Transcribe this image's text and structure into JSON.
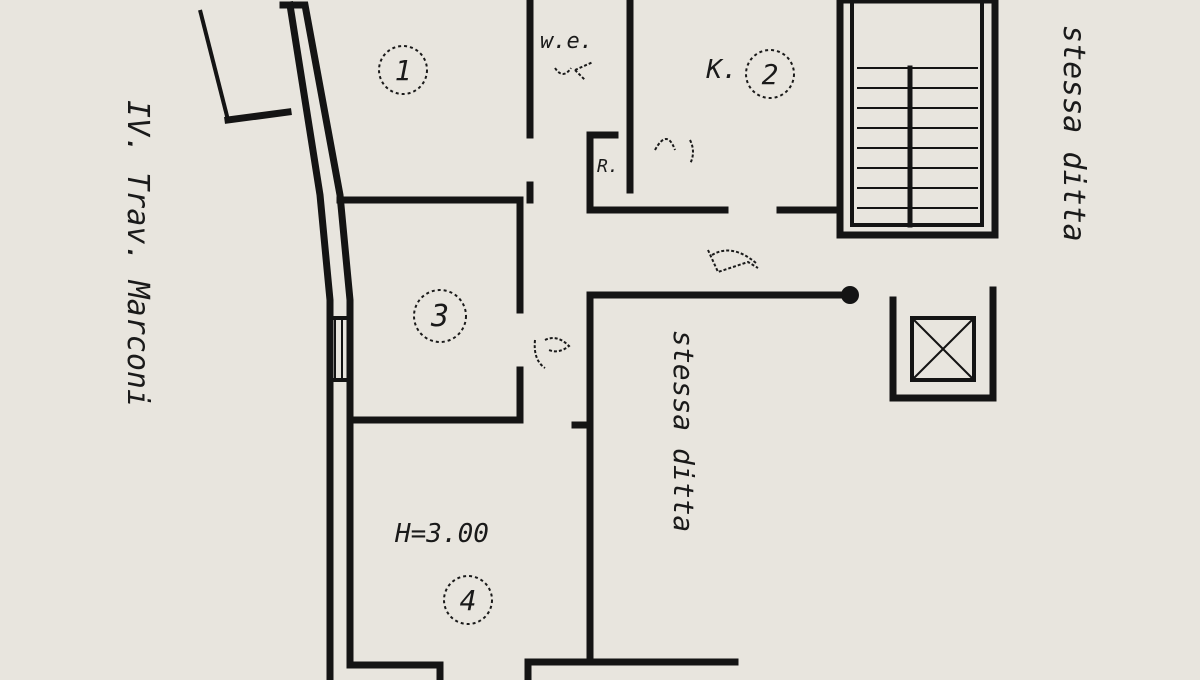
{
  "street": "IV. Trav. Marconi",
  "rooms": [
    {
      "id": "room-1",
      "number": "1",
      "prefix": ""
    },
    {
      "id": "room-2",
      "number": "2",
      "prefix": "K."
    },
    {
      "id": "room-3",
      "number": "3",
      "prefix": ""
    },
    {
      "id": "room-4",
      "number": "4",
      "prefix": ""
    }
  ],
  "labels": {
    "wc": "w.e.",
    "ripostiglio": "R.",
    "ceiling_height": "H=3.00",
    "neighbor_right": "stessa ditta",
    "neighbor_center": "stessa ditta"
  },
  "icons": [
    "staircase-icon",
    "elevator-icon",
    "wc-fixture-icon",
    "door-arc-icon"
  ],
  "colors": {
    "paper": "#e8e5de",
    "ink": "#141414"
  }
}
